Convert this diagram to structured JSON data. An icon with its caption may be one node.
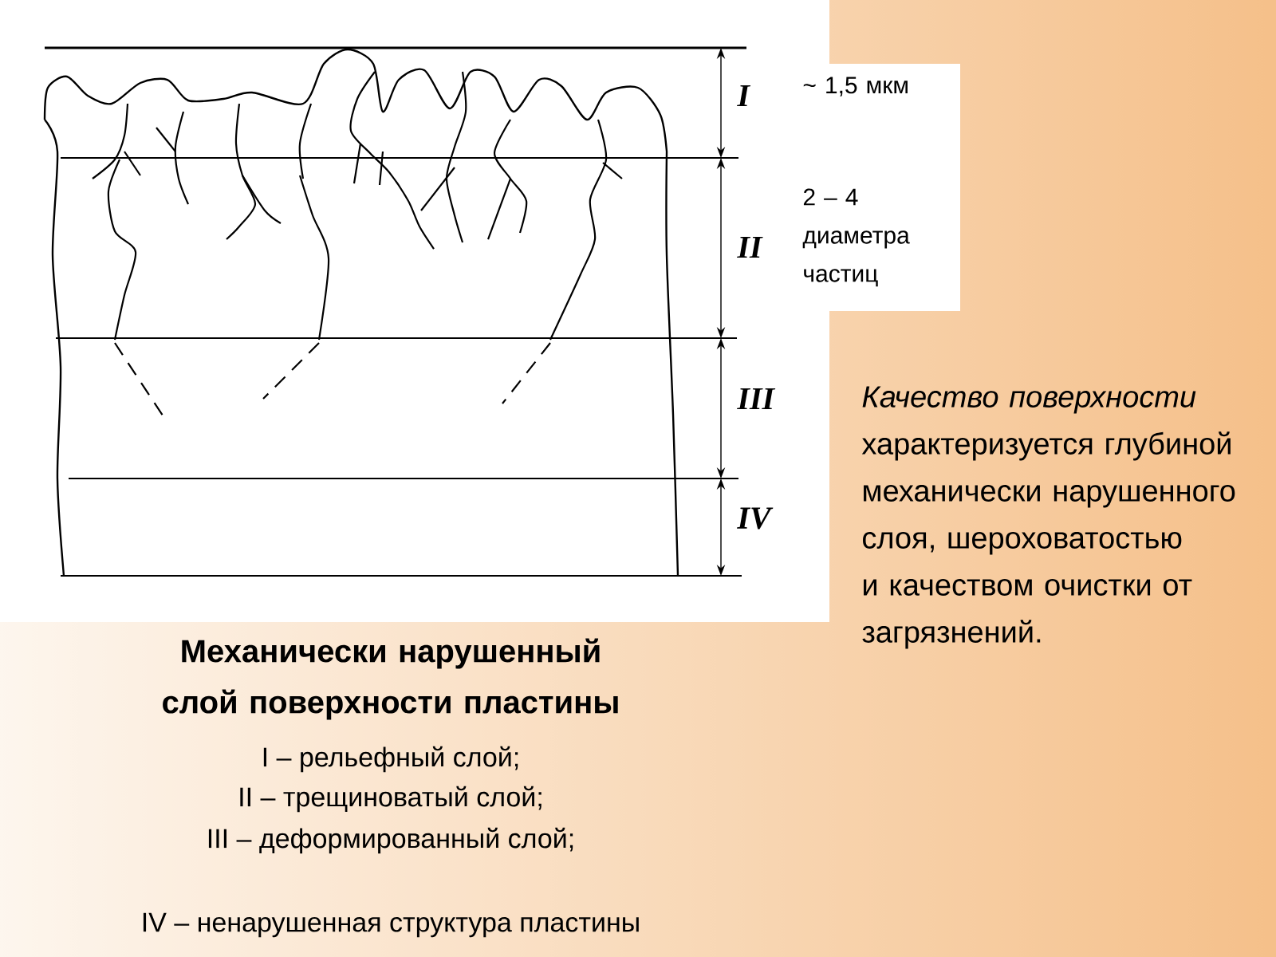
{
  "diagram": {
    "title": "Механически нарушенный слой поверхности пластины",
    "labels": [
      "I",
      "~ 1,5 мкм",
      "II",
      "2 – 4 диаметра частиц",
      "III",
      "IV",
      "*Качество поверхности* характеризуется глубиной механически нарушенного слоя, шероховатостью и качеством очистки от загрязнений.",
      "I – рельефный слой;",
      "II – трещиноватый слой;",
      "III – деформированный слой;",
      "IV – ненарушенная структура пластины"
    ]
  }
}
